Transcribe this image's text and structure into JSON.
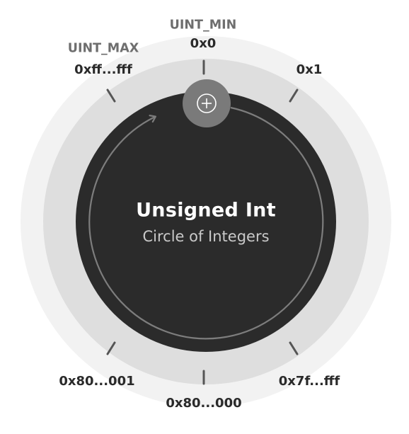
{
  "diagram": {
    "title": "Unsigned Int",
    "subtitle": "Circle of Integers",
    "increment_symbol": "+",
    "labels": {
      "uint_min_name": "UINT_MIN",
      "uint_min_value": "0x0",
      "uint_max_name": "UINT_MAX",
      "uint_max_value": "0xff...fff",
      "one": "0x1",
      "signed_max": "0x7f...fff",
      "midpoint": "0x80...000",
      "after_midpoint": "0x80...001"
    },
    "colors": {
      "outer_ring": "#f2f2f2",
      "middle_ring": "#dedede",
      "inner_disc": "#2b2b2b",
      "orbit": "#7d7d7d",
      "button": "#7a7a7a",
      "tick": "#555555"
    }
  }
}
